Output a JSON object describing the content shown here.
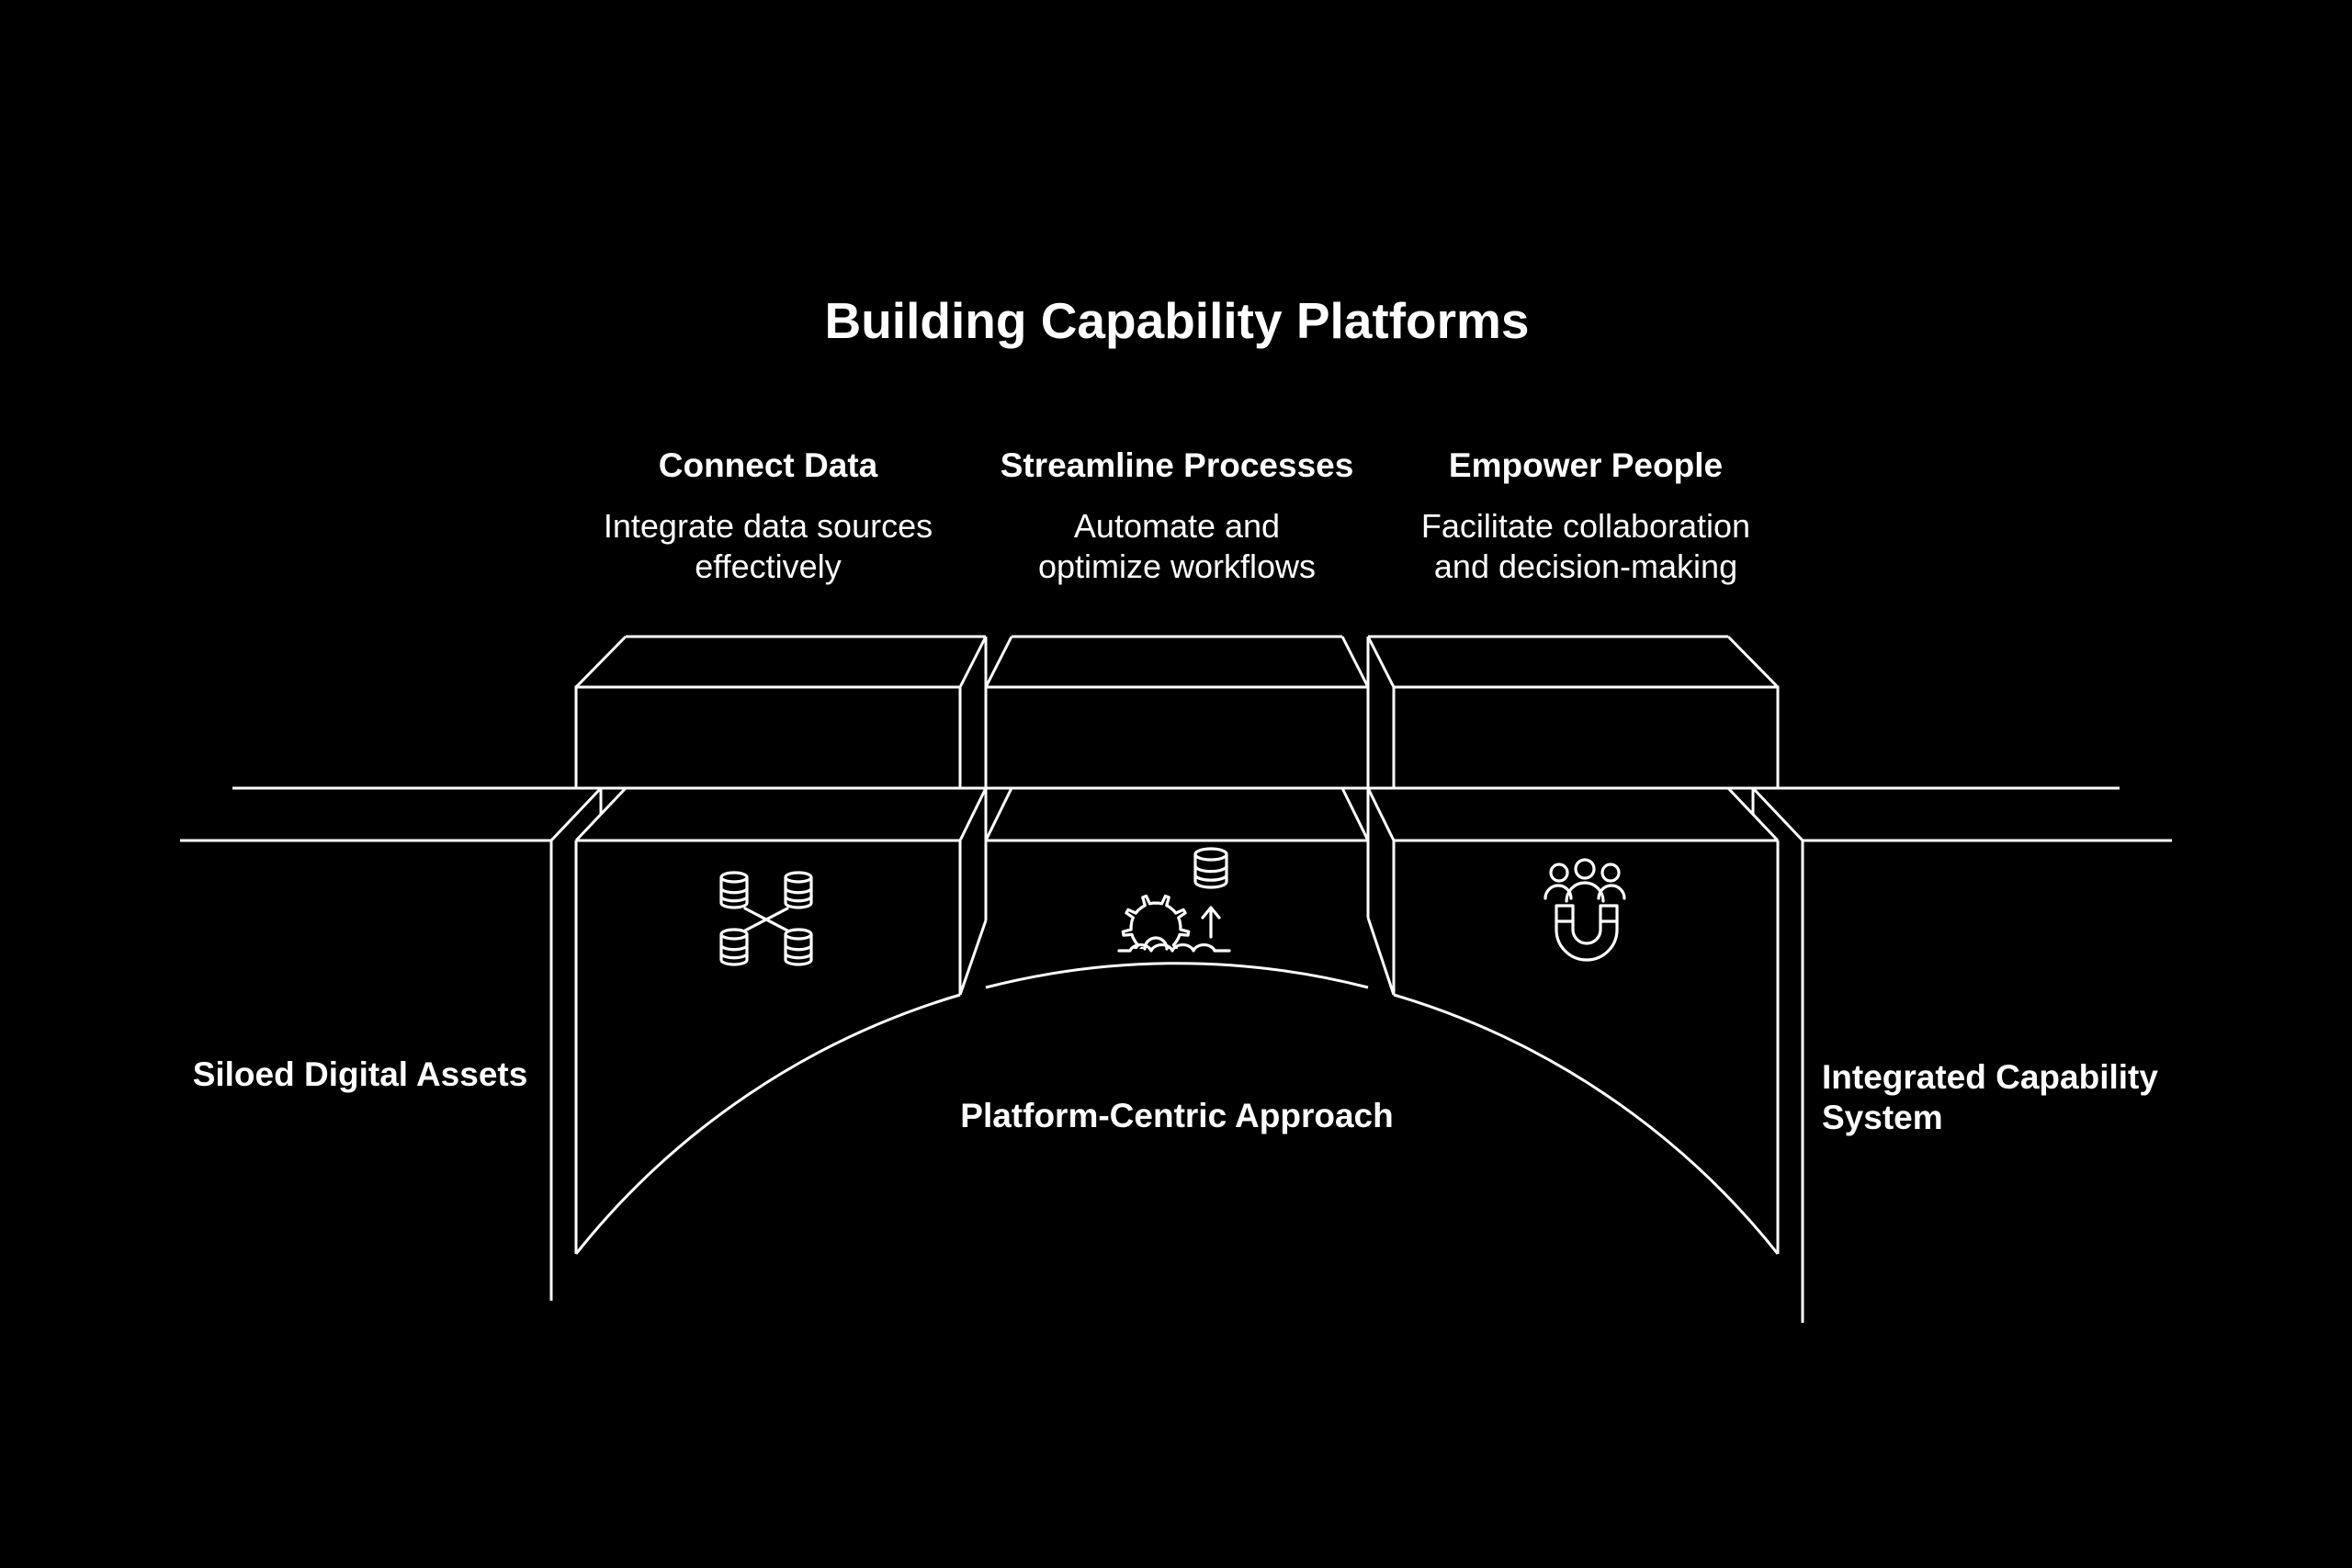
{
  "title": "Building Capability Platforms",
  "columns": [
    {
      "title": "Connect Data",
      "desc_line1": "Integrate data sources",
      "desc_line2": "effectively",
      "icon": "database-network-icon"
    },
    {
      "title": "Streamline Processes",
      "desc_line1": "Automate and",
      "desc_line2": "optimize workflows",
      "icon": "process-automation-icon"
    },
    {
      "title": "Empower People",
      "desc_line1": "Facilitate collaboration",
      "desc_line2": "and decision-making",
      "icon": "magnet-people-icon"
    }
  ],
  "bridge_labels": {
    "left": "Siloed Digital Assets",
    "center": "Platform-Centric Approach",
    "right_line1": "Integrated Capability",
    "right_line2": "System"
  },
  "colors": {
    "background": "#000000",
    "foreground": "#ffffff"
  }
}
